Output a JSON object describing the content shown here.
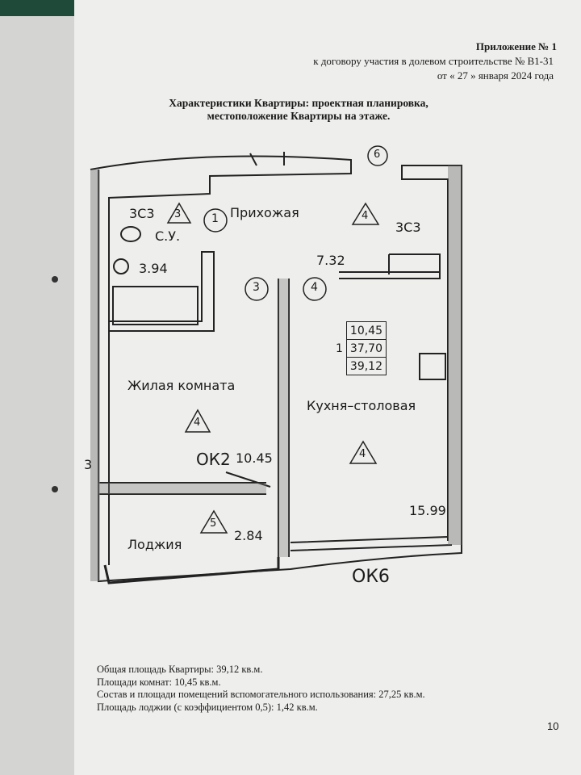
{
  "header": {
    "appendix": "Приложение № 1",
    "contract": "к договору  участия в долевом строительстве № В1-31",
    "date": "от  « 27 » января 2024 года"
  },
  "title": {
    "line1": "Характеристики Квартиры: проектная планировка,",
    "line2": "местоположение Квартиры на этаже."
  },
  "plan": {
    "labels": {
      "sc_left": "3С3",
      "sc_right": "3С3",
      "tri_bath": "3",
      "circ_hall": "1",
      "hall": "Прихожая",
      "tri_hall": "4",
      "bath": "С.У.",
      "bath_area": "3.94",
      "hall_area": "7.32",
      "circ_3": "3",
      "circ_4": "4",
      "circ_6": "6",
      "living": "Жилая комната",
      "tri_living": "4",
      "kitchen": "Кухня–столовая",
      "tri_kitchen": "4",
      "window_ok2": "ОК2",
      "living_area": "10.45",
      "kitchen_area": "15.99",
      "loggia": "Лоджия",
      "tri_loggia": "5",
      "loggia_area": "2.84",
      "window_ok6": "ОК6",
      "edge_3": "3"
    },
    "area_table": {
      "num": "1",
      "rooms": "10,45",
      "living": "37,70",
      "total": "39,12"
    }
  },
  "summary": [
    "Общая площадь Квартиры: 39,12 кв.м.",
    "Площади комнат: 10,45  кв.м.",
    "Состав и площади помещений вспомогательного использования: 27,25 кв.м.",
    "Площадь лоджии (с коэффициентом 0,5): 1,42 кв.м."
  ],
  "page_number": "10"
}
